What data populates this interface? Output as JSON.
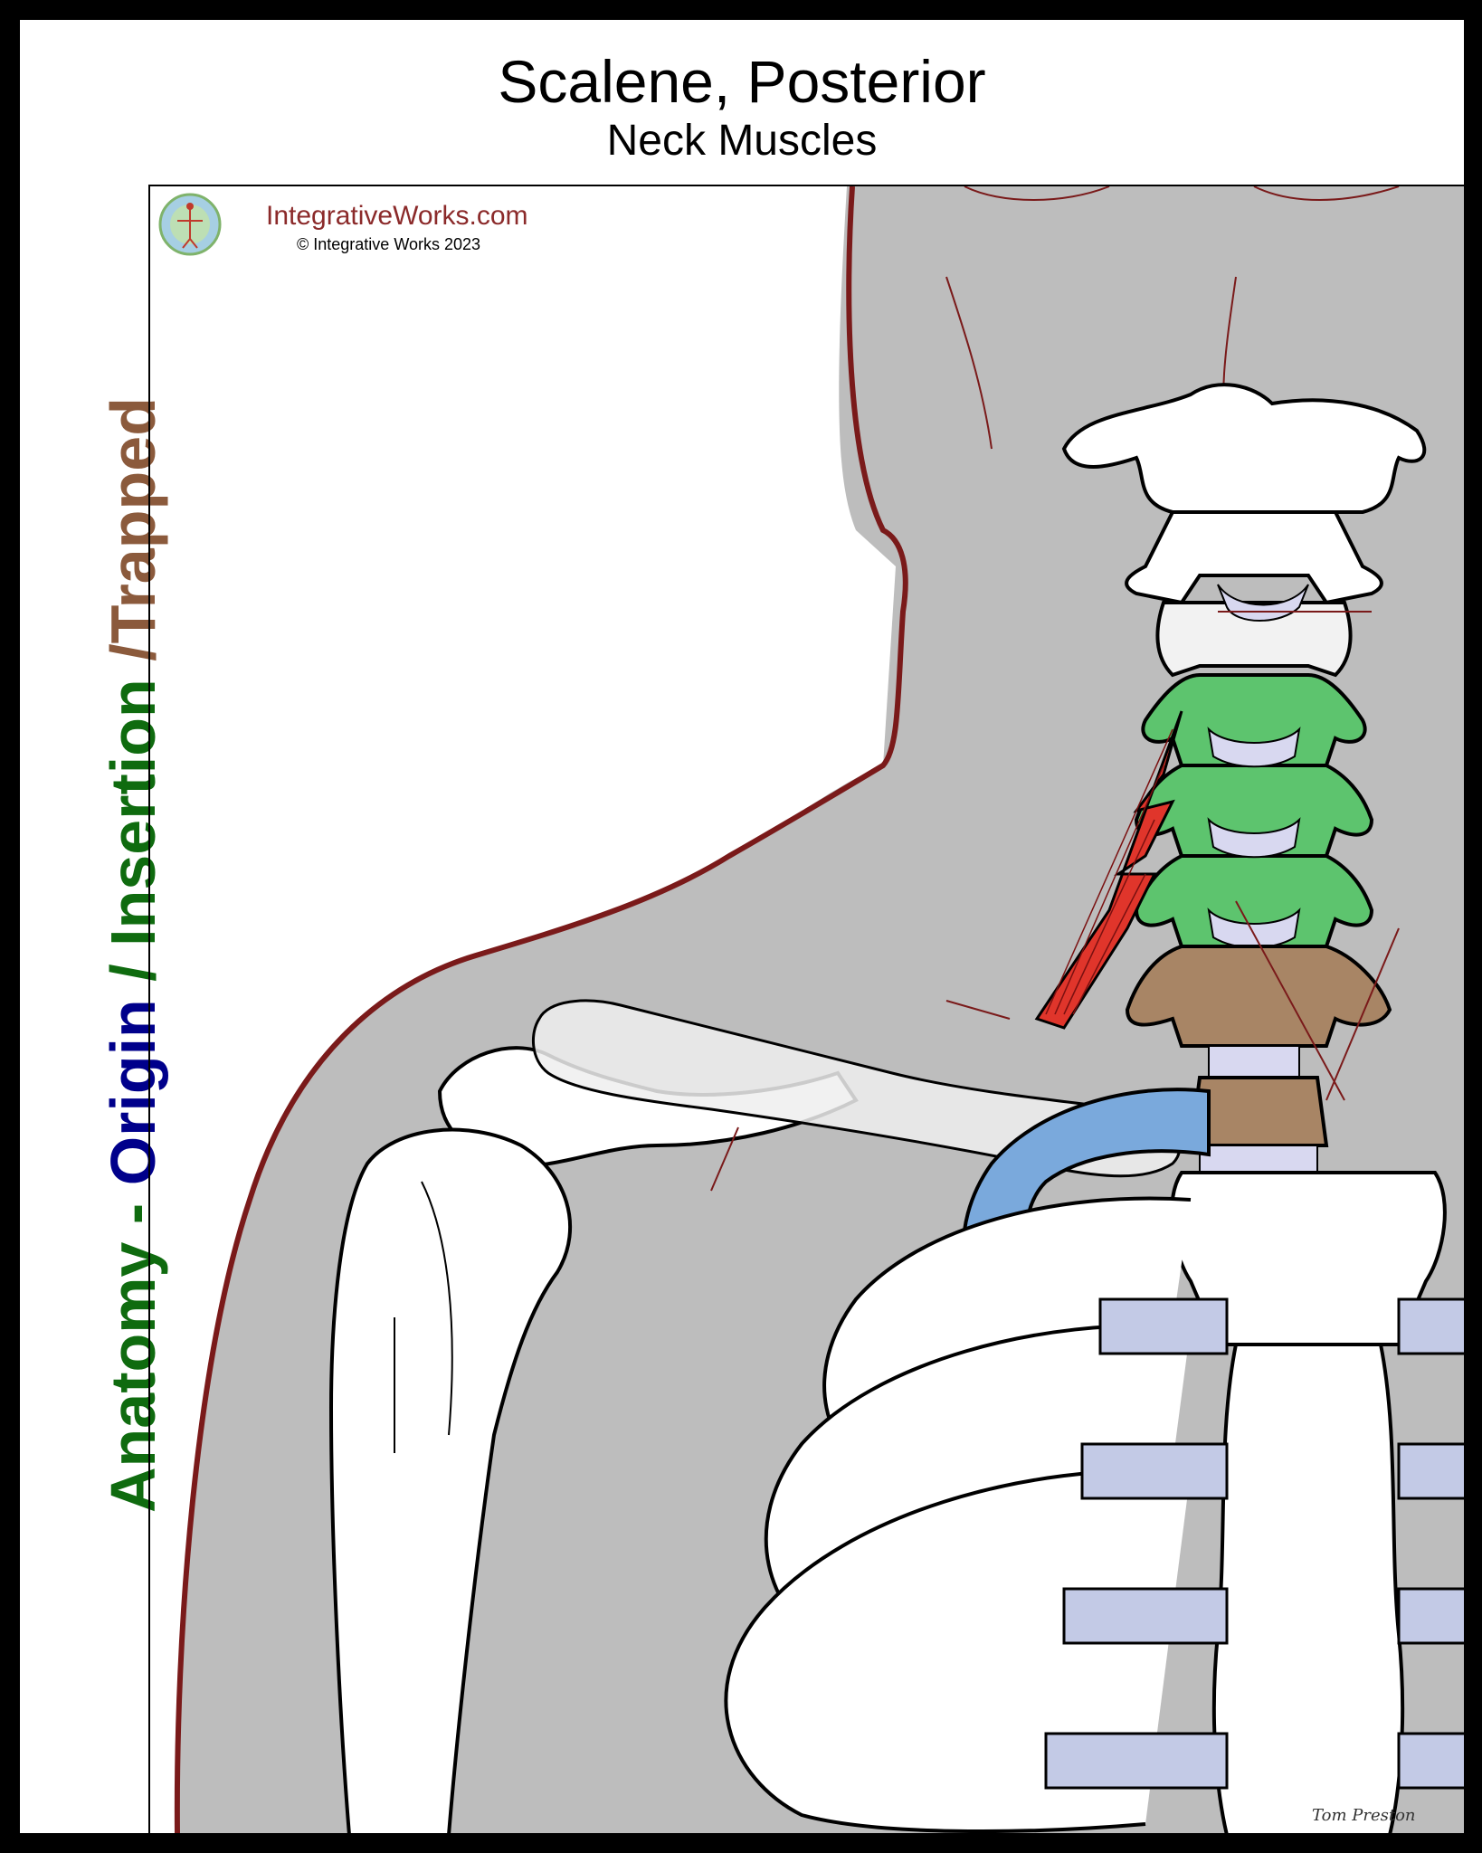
{
  "header": {
    "title": "Scalene, Posterior",
    "subtitle": "Neck Muscles"
  },
  "side_label": {
    "prefix": "Anatomy - ",
    "origin": "Origin",
    "sep1": " / ",
    "insertion": "Insertion",
    "sep2": " /",
    "trapped": "Trapped",
    "colors": {
      "prefix": "#0f6b0f",
      "origin": "#00008b",
      "insertion": "#0f6b0f",
      "trapped": "#8b5a3c"
    }
  },
  "branding": {
    "site": "IntegrativeWorks.com",
    "copyright": "© Integrative Works 2023",
    "logo_icon": "vitruvian-man-logo-icon"
  },
  "signature": "Tom Preston",
  "colors": {
    "background_gray": "#bdbdbd",
    "body_outline": "#7a1a1a",
    "muscle_red": "#e0352b",
    "origin_green": "#5dc46e",
    "insertion_brown": "#a88565",
    "rib_blue": "#7aa9dc",
    "cartilage": "#c3cae6",
    "bone": "#ffffff"
  }
}
